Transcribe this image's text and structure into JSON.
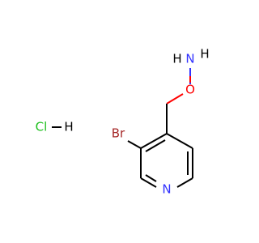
{
  "molecule": {
    "atoms": {
      "N_amine": "N",
      "H_amine_top": "H",
      "H_amine_left": "H",
      "O": "O",
      "Br": "Br",
      "N_ring": "N",
      "Cl": "Cl",
      "H_hcl": "H"
    },
    "colors": {
      "nitrogen": "#3333ff",
      "oxygen": "#ff0000",
      "bromine": "#a62929",
      "chlorine": "#1fc01f",
      "bond": "#000000",
      "hydrogen": "#000000"
    }
  }
}
